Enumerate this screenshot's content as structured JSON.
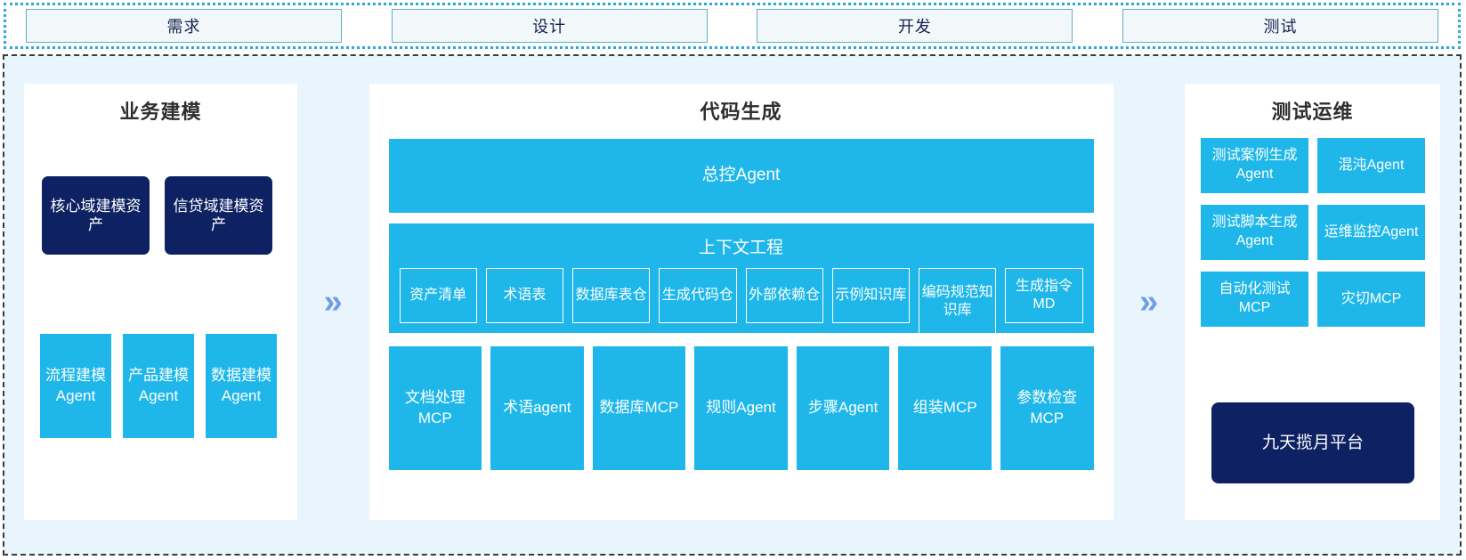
{
  "phases": {
    "items": [
      {
        "label": "需求"
      },
      {
        "label": "设计"
      },
      {
        "label": "开发"
      },
      {
        "label": "测试"
      }
    ]
  },
  "colors": {
    "cyan": "#1fb7ea",
    "navy": "#0e2162",
    "chevron": "#6e9de8",
    "area_bg": "#e9f5fd",
    "phase_border": "#5fb0cf"
  },
  "connectors": {
    "left_to_center": "»",
    "center_to_right": "»"
  },
  "panels": {
    "business_modeling": {
      "title": "业务建模",
      "assets": [
        {
          "label": "核心域建模资产"
        },
        {
          "label": "信贷域建模资产"
        }
      ],
      "agents": [
        {
          "label": "流程建模Agent"
        },
        {
          "label": "产品建模Agent"
        },
        {
          "label": "数据建模Agent"
        }
      ]
    },
    "code_generation": {
      "title": "代码生成",
      "master_agent": "总控Agent",
      "context_engineering": {
        "title": "上下文工程",
        "items": [
          {
            "label": "资产清单"
          },
          {
            "label": "术语表"
          },
          {
            "label": "数据库表仓"
          },
          {
            "label": "生成代码仓"
          },
          {
            "label": "外部依赖仓"
          },
          {
            "label": "示例知识库"
          },
          {
            "label": "编码规范知识库"
          },
          {
            "label": "生成指令MD"
          }
        ]
      },
      "tools": [
        {
          "label": "文档处理MCP"
        },
        {
          "label": "术语agent"
        },
        {
          "label": "数据库MCP"
        },
        {
          "label": "规则Agent"
        },
        {
          "label": "步骤Agent"
        },
        {
          "label": "组装MCP"
        },
        {
          "label": "参数检查MCP"
        }
      ]
    },
    "test_ops": {
      "title": "测试运维",
      "agents": [
        {
          "label": "测试案例生成Agent"
        },
        {
          "label": "混沌Agent"
        },
        {
          "label": "测试脚本生成Agent"
        },
        {
          "label": "运维监控Agent"
        },
        {
          "label": "自动化测试MCP"
        },
        {
          "label": "灾切MCP"
        }
      ],
      "platform": "九天揽月平台"
    }
  }
}
